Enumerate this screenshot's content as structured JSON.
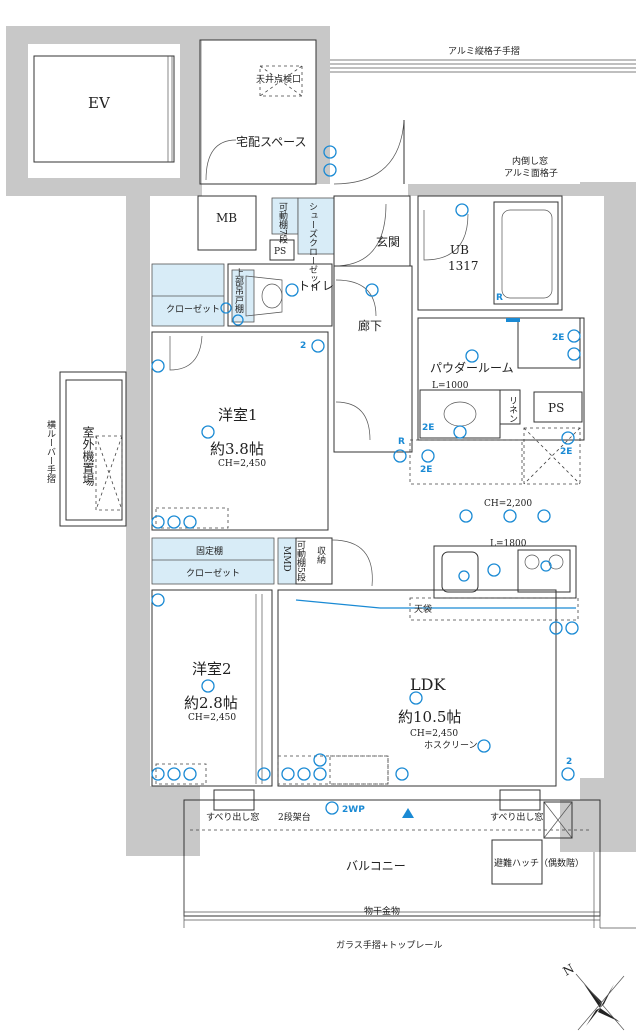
{
  "rooms": {
    "ev": "EV",
    "takuhai": "宅配スペース",
    "mb": "MB",
    "ps1": "PS",
    "ps2": "PS",
    "genkan": "玄関",
    "toilet": "トイレ",
    "roka": "廊下",
    "ub": "UB",
    "ub_size": "1317",
    "powder": "パウダールーム",
    "yoshitsu1": "洋室1",
    "yoshitsu1_size": "約3.8帖",
    "yoshitsu1_ch": "CH=2,450",
    "yoshitsu2": "洋室2",
    "yoshitsu2_size": "約2.8帖",
    "yoshitsu2_ch": "CH=2,450",
    "ldk": "LDK",
    "ldk_size": "約10.5帖",
    "ldk_ch": "CH=2,450",
    "kitchen_ch": "CH=2,200",
    "balcony": "バルコニー",
    "outdoor_unit": "室外機置場"
  },
  "fixtures": {
    "closet1": "クローゼット",
    "closet2": "クローゼット",
    "kotei_dana": "固定棚",
    "shoes_closet": "シューズクローゼット",
    "kadou_dana": "可動棚7段",
    "kadou_dana5": "可動棚5段",
    "shuno": "収納",
    "mmd": "MMD",
    "linen": "リネン",
    "tenbukuro": "天袋",
    "counter_len": "L=1800",
    "vanity_len": "L=1000",
    "jobu_todana": "上部吊戸棚",
    "tenjo_tenken": "天井点検口",
    "hoskreen": "ホスクリーン",
    "nidan_kakedai": "2段架台",
    "monohoshi": "物干金物",
    "hinan_hatch": "避難ハッチ（偶数階）",
    "suberi_left": "すべり出し窓",
    "suberi_right": "すべり出し窓",
    "railing_top": "アルミ縦格子手摺",
    "railing_bottom": "ガラス手摺+トップレール",
    "uchidaoshi": "内倒し窓",
    "aluminum_grille": "アルミ面格子",
    "yoko_louver": "横ルーバー手摺",
    "wp": "2WP"
  },
  "compass": "N",
  "colors": {
    "wall": "#c8c8c8",
    "equipment": "#1a8ad4",
    "storage": "#d8ecf7"
  }
}
